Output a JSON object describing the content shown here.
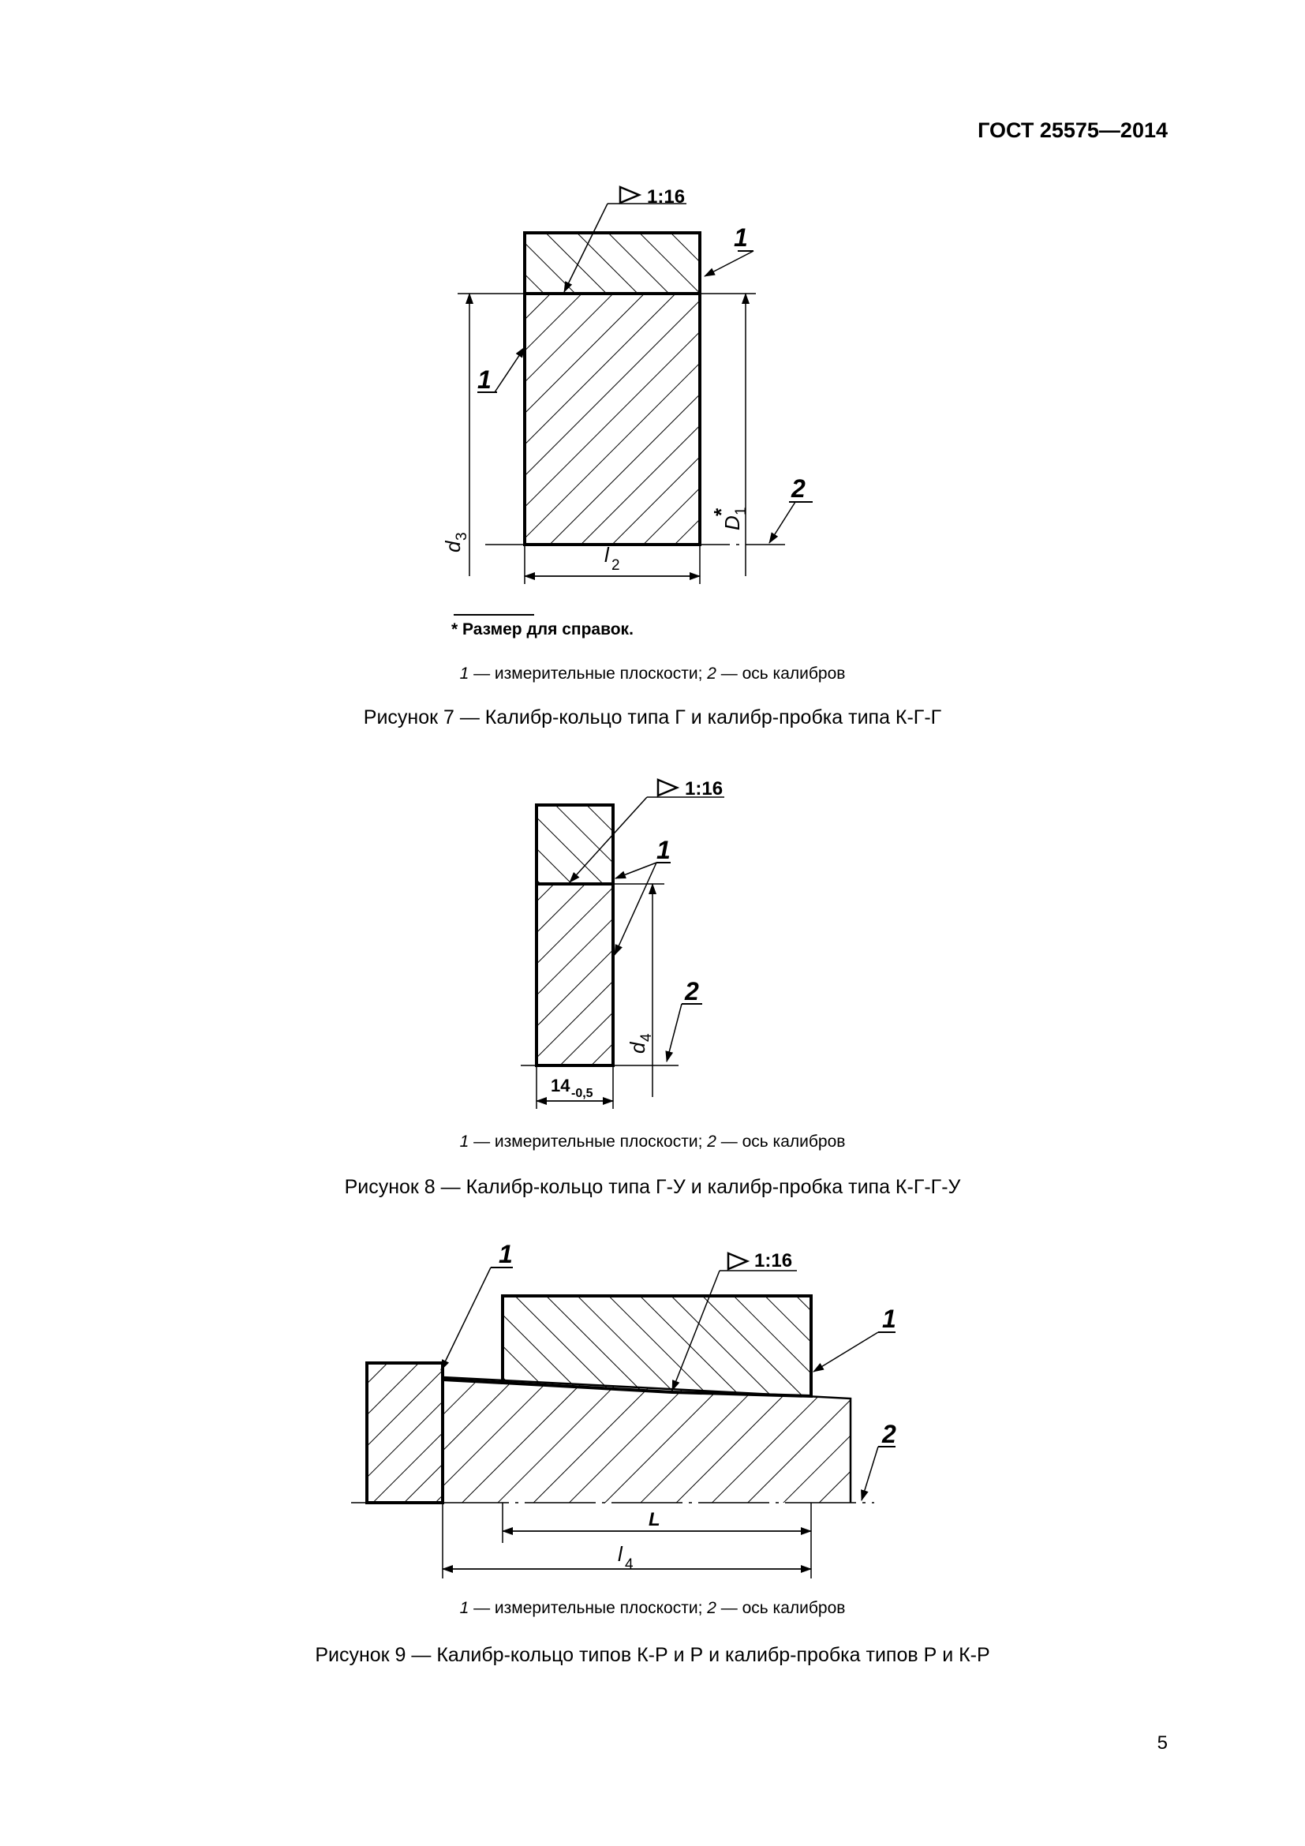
{
  "header": {
    "doc_id": "ГОСТ 25575—2014"
  },
  "figure7": {
    "taper": "1:16",
    "callout_1": "1",
    "callout_2": "2",
    "dim_d3": "d",
    "dim_d3_sub": "3",
    "dim_l2": "l",
    "dim_l2_sub": "2",
    "dim_D1": "D",
    "dim_D1_sub": "1",
    "dim_D1_mark": "*",
    "note": "* Размер для справок.",
    "legend": {
      "n1": "1",
      "t1": " — измерительные плоскости; ",
      "n2": "2",
      "t2": " — ось калибров"
    },
    "caption": "Рисунок 7 — Калибр-кольцо типа Г и калибр-пробка типа К-Г-Г"
  },
  "figure8": {
    "taper": "1:16",
    "callout_1": "1",
    "callout_2": "2",
    "dim_d4": "d",
    "dim_d4_sub": "4",
    "dim_width": "14",
    "dim_width_tol": "-0,5",
    "legend": {
      "n1": "1",
      "t1": " — измерительные плоскости; ",
      "n2": "2",
      "t2": " — ось калибров"
    },
    "caption": "Рисунок 8 — Калибр-кольцо типа Г-У и калибр-пробка типа К-Г-Г-У"
  },
  "figure9": {
    "taper": "1:16",
    "callout_1": "1",
    "callout_2": "2",
    "dim_L": "L",
    "dim_l4": "l",
    "dim_l4_sub": "4",
    "legend": {
      "n1": "1",
      "t1": " — измерительные плоскости; ",
      "n2": "2",
      "t2": " — ось калибров"
    },
    "caption": "Рисунок 9 — Калибр-кольцо типов К-Р и Р и калибр-пробка типов Р и К-Р"
  },
  "page_number": "5"
}
